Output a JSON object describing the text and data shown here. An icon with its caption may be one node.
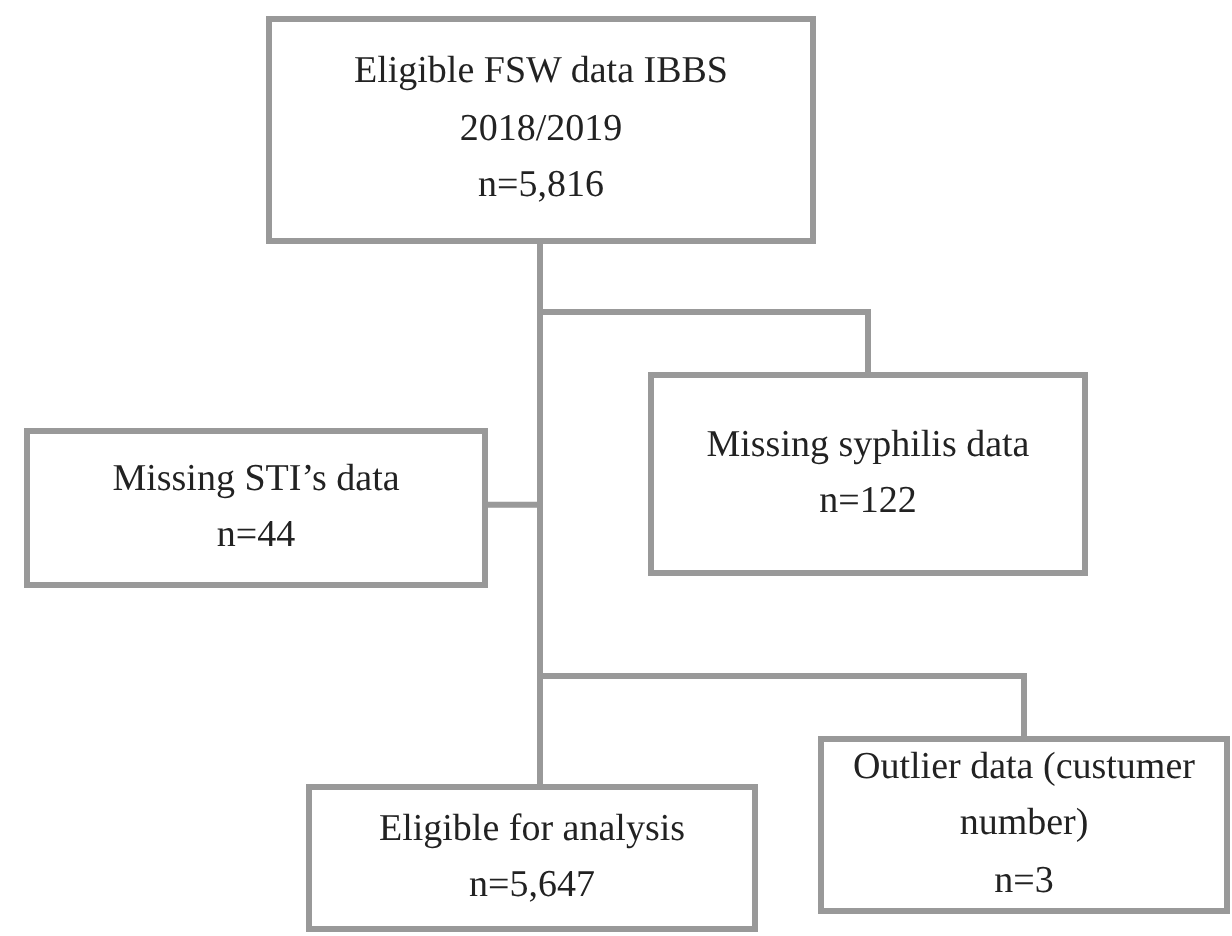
{
  "diagram": {
    "nodes": [
      {
        "text": [
          "Eligible FSW data IBBS 2018/2019",
          "n=5,816"
        ]
      },
      {
        "text": [
          "Missing STI’s data",
          "n=44"
        ]
      },
      {
        "text": [
          "Missing syphilis data",
          "n=122"
        ]
      },
      {
        "text": [
          "Eligible for analysis",
          "n=5,647"
        ]
      },
      {
        "text": [
          "Outlier data (custumer number)",
          "n=3"
        ]
      }
    ],
    "edges": [
      {
        "from": 0,
        "to": 1,
        "arrow": "none"
      },
      {
        "from": 0,
        "to": 2,
        "arrow": "none"
      },
      {
        "from": 0,
        "to": 3,
        "arrow": "none"
      },
      {
        "from": 0,
        "to": 4,
        "arrow": "none"
      }
    ]
  }
}
